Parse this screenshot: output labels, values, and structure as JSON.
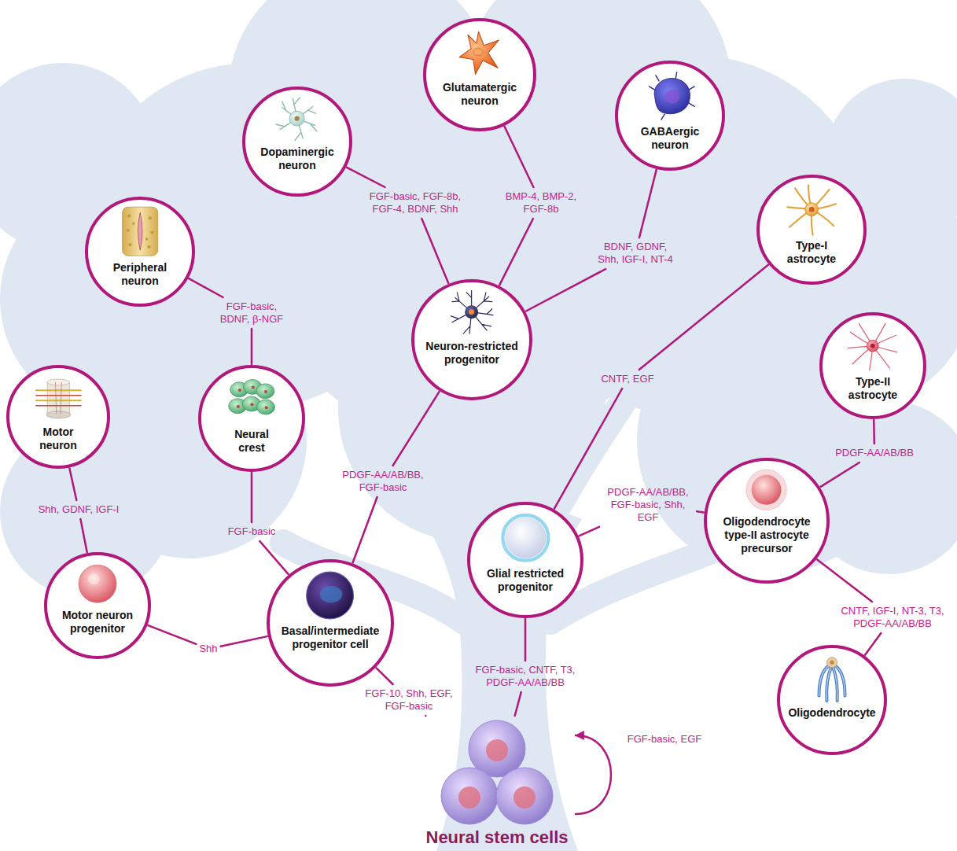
{
  "diagram": {
    "nodes": [
      {
        "text": [
          "Glutamatergic neuron"
        ]
      },
      {
        "text": [
          "Dopaminergic neuron"
        ]
      },
      {
        "text": [
          "GABAergic neuron"
        ]
      },
      {
        "text": [
          "Type-I astrocyte"
        ]
      },
      {
        "text": [
          "Peripheral neuron"
        ]
      },
      {
        "text": [
          "Type-II astrocyte"
        ]
      },
      {
        "text": [
          "Neuron-restricted progenitor"
        ]
      },
      {
        "text": [
          "Motor neuron"
        ]
      },
      {
        "text": [
          "Neural crest"
        ]
      },
      {
        "text": [
          "Glial restricted progenitor"
        ]
      },
      {
        "text": [
          "Oligodendrocyte type-II astrocyte precursor"
        ]
      },
      {
        "text": [
          "Motor neuron progenitor"
        ]
      },
      {
        "text": [
          "Basal/intermediate progenitor cell"
        ]
      },
      {
        "text": [
          "Oligodendrocyte"
        ]
      },
      {
        "text": [
          "Neural stem cells"
        ]
      }
    ],
    "edges": [
      {
        "from": 14,
        "to": 12,
        "label": "FGF-10, Shh, EGF, FGF-basic",
        "arrow": "none"
      },
      {
        "from": 14,
        "to": 9,
        "label": "FGF-basic, CNTF, T3, PDGF-AA/AB/BB",
        "arrow": "none"
      },
      {
        "from": 14,
        "to": 14,
        "label": "FGF-basic, EGF",
        "arrow": "to"
      },
      {
        "from": 12,
        "to": 11,
        "label": "Shh",
        "arrow": "none"
      },
      {
        "from": 11,
        "to": 7,
        "label": "Shh, GDNF, IGF-I",
        "arrow": "none"
      },
      {
        "from": 12,
        "to": 8,
        "label": "FGF-basic",
        "arrow": "none"
      },
      {
        "from": 8,
        "to": 4,
        "label": "FGF-basic, BDNF, β-NGF",
        "arrow": "none"
      },
      {
        "from": 12,
        "to": 6,
        "label": "PDGF-AA/AB/BB, FGF-basic",
        "arrow": "none"
      },
      {
        "from": 6,
        "to": 1,
        "label": "FGF-basic, FGF-8b, FGF-4, BDNF, Shh",
        "arrow": "none"
      },
      {
        "from": 6,
        "to": 0,
        "label": "BMP-4, BMP-2, FGF-8b",
        "arrow": "none"
      },
      {
        "from": 6,
        "to": 2,
        "label": "BDNF, GDNF, Shh, IGF-I, NT-4",
        "arrow": "none"
      },
      {
        "from": 9,
        "to": 3,
        "label": "CNTF, EGF",
        "arrow": "none"
      },
      {
        "from": 9,
        "to": 10,
        "label": "PDGF-AA/AB/BB, FGF-basic, Shh, EGF",
        "arrow": "none"
      },
      {
        "from": 10,
        "to": 5,
        "label": "PDGF-AA/AB/BB",
        "arrow": "none"
      },
      {
        "from": 10,
        "to": 13,
        "label": "CNTF, IGF-I, NT-3, T3, PDGF-AA/AB/BB",
        "arrow": "none"
      }
    ]
  }
}
